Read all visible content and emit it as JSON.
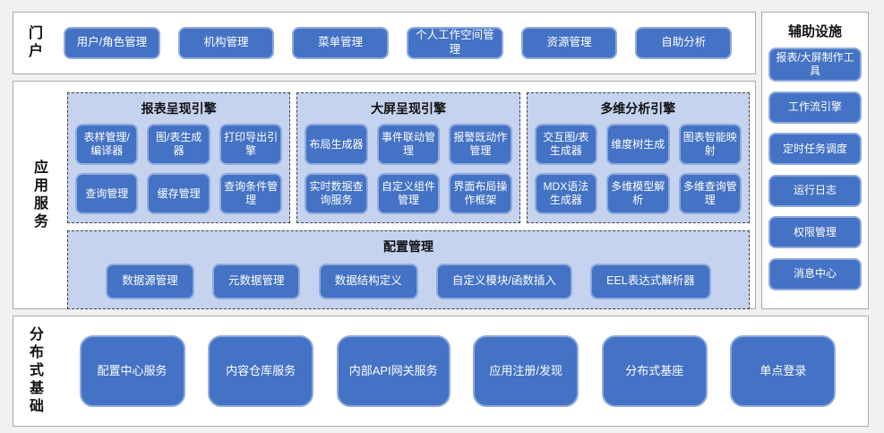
{
  "portal": {
    "title": "门户",
    "items": [
      "用户/角色管理",
      "机构管理",
      "菜单管理",
      "个人工作空间管理",
      "资源管理",
      "自助分析"
    ]
  },
  "app": {
    "title": "应用服务",
    "panels": [
      {
        "title": "报表呈现引擎",
        "items": [
          "表样管理/编译器",
          "图/表生成器",
          "打印导出引擎",
          "查询管理",
          "缓存管理",
          "查询条件管理"
        ]
      },
      {
        "title": "大屏呈现引擎",
        "items": [
          "布局生成器",
          "事件联动管理",
          "报警既动作管理",
          "实时数据查询服务",
          "自定义组件管理",
          "界面布局操作框架"
        ]
      },
      {
        "title": "多维分析引擎",
        "items": [
          "交互图/表生成器",
          "维度树生成",
          "图表智能映射",
          "MDX语法生成器",
          "多维模型解析",
          "多维查询管理"
        ]
      }
    ],
    "config": {
      "title": "配置管理",
      "items": [
        "数据源管理",
        "元数据管理",
        "数据结构定义",
        "自定义模块/函数插入",
        "EEL表达式解析器"
      ]
    }
  },
  "aux": {
    "title": "辅助设施",
    "items": [
      "报表/大屏制作工具",
      "工作流引擎",
      "定时任务调度",
      "运行日志",
      "权限管理",
      "消息中心"
    ]
  },
  "dist": {
    "title": "分布式基础",
    "items": [
      "配置中心服务",
      "内容仓库服务",
      "内部API网关服务",
      "应用注册/发现",
      "分布式基座",
      "单点登录"
    ]
  },
  "colors": {
    "button_fill": "#4472c4",
    "button_border": "#8faadc",
    "panel_fill": "#c5d3ef",
    "page_background": "#f1f1f1"
  }
}
